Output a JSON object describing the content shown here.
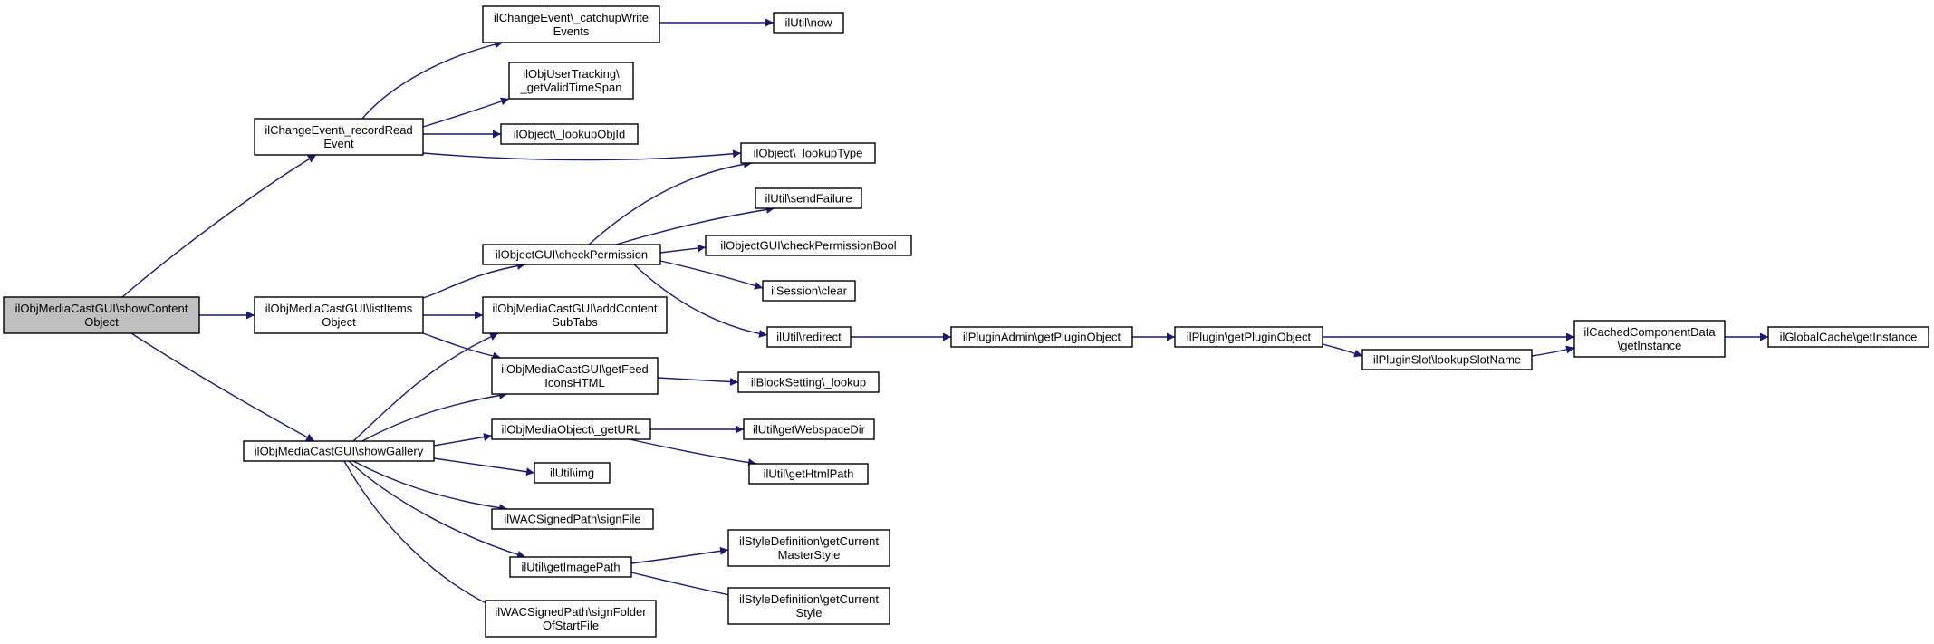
{
  "graph": {
    "edge_color": "#191970",
    "root_fill": "#bfbfbf",
    "node_fill": "#ffffff",
    "nodes": [
      {
        "id": "root",
        "lines": [
          "ilObjMediaCastGUI\\showContent",
          "Object"
        ],
        "root": true
      },
      {
        "id": "recordRead",
        "lines": [
          "ilChangeEvent\\_recordRead",
          "Event"
        ]
      },
      {
        "id": "listItems",
        "lines": [
          "ilObjMediaCastGUI\\listItems",
          "Object"
        ]
      },
      {
        "id": "showGallery",
        "lines": [
          "ilObjMediaCastGUI\\showGallery"
        ]
      },
      {
        "id": "catchup",
        "lines": [
          "ilChangeEvent\\_catchupWrite",
          "Events"
        ]
      },
      {
        "id": "getValid",
        "lines": [
          "ilObjUserTracking\\",
          "_getValidTimeSpan"
        ]
      },
      {
        "id": "lookupObjId",
        "lines": [
          "ilObject\\_lookupObjId"
        ]
      },
      {
        "id": "checkPerm",
        "lines": [
          "ilObjectGUI\\checkPermission"
        ]
      },
      {
        "id": "addContent",
        "lines": [
          "ilObjMediaCastGUI\\addContent",
          "SubTabs"
        ]
      },
      {
        "id": "getFeed",
        "lines": [
          "ilObjMediaCastGUI\\getFeed",
          "IconsHTML"
        ]
      },
      {
        "id": "getURL",
        "lines": [
          "ilObjMediaObject\\_getURL"
        ]
      },
      {
        "id": "img",
        "lines": [
          "ilUtil\\img"
        ]
      },
      {
        "id": "signFile",
        "lines": [
          "ilWACSignedPath\\signFile"
        ]
      },
      {
        "id": "getImagePath",
        "lines": [
          "ilUtil\\getImagePath"
        ]
      },
      {
        "id": "signFolder",
        "lines": [
          "ilWACSignedPath\\signFolder",
          "OfStartFile"
        ]
      },
      {
        "id": "now",
        "lines": [
          "ilUtil\\now"
        ]
      },
      {
        "id": "lookupType",
        "lines": [
          "ilObject\\_lookupType"
        ]
      },
      {
        "id": "sendFailure",
        "lines": [
          "ilUtil\\sendFailure"
        ]
      },
      {
        "id": "checkPermBool",
        "lines": [
          "ilObjectGUI\\checkPermissionBool"
        ]
      },
      {
        "id": "sessionClear",
        "lines": [
          "ilSession\\clear"
        ]
      },
      {
        "id": "redirect",
        "lines": [
          "ilUtil\\redirect"
        ]
      },
      {
        "id": "blockLookup",
        "lines": [
          "ilBlockSetting\\_lookup"
        ]
      },
      {
        "id": "webspace",
        "lines": [
          "ilUtil\\getWebspaceDir"
        ]
      },
      {
        "id": "htmlPath",
        "lines": [
          "ilUtil\\getHtmlPath"
        ]
      },
      {
        "id": "masterStyle",
        "lines": [
          "ilStyleDefinition\\getCurrent",
          "MasterStyle"
        ]
      },
      {
        "id": "currentStyle",
        "lines": [
          "ilStyleDefinition\\getCurrent",
          "Style"
        ]
      },
      {
        "id": "pluginAdmin",
        "lines": [
          "ilPluginAdmin\\getPluginObject"
        ]
      },
      {
        "id": "pluginObj",
        "lines": [
          "ilPlugin\\getPluginObject"
        ]
      },
      {
        "id": "slotName",
        "lines": [
          "ilPluginSlot\\lookupSlotName"
        ]
      },
      {
        "id": "cachedComp",
        "lines": [
          "ilCachedComponentData",
          "\\getInstance"
        ]
      },
      {
        "id": "globalCache",
        "lines": [
          "ilGlobalCache\\getInstance"
        ]
      }
    ]
  }
}
